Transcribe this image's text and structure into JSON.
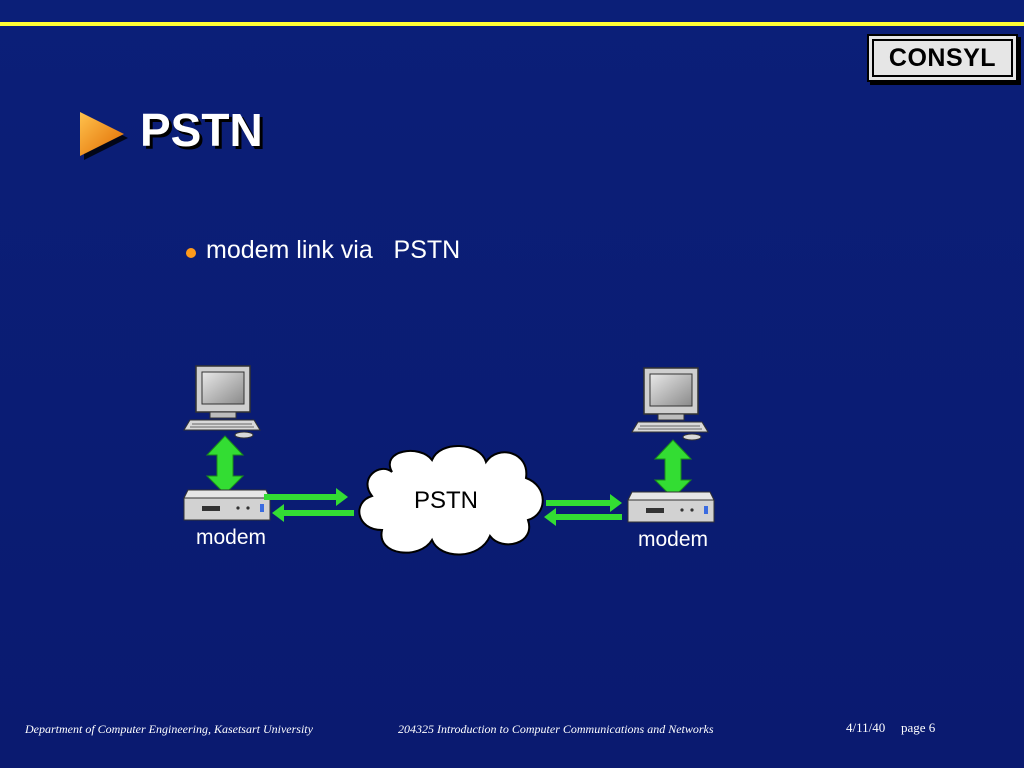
{
  "slide": {
    "title": "PSTN",
    "badge": "CONSYL",
    "bullet": "modem link via   PSTN"
  },
  "diagram": {
    "cloud_label": "PSTN",
    "left_modem_label": "modem",
    "right_modem_label": "modem"
  },
  "footer": {
    "department": "Department of Computer Engineering, Kasetsart University",
    "course": "204325 Introduction to Computer Communications and Networks",
    "date": "4/11/40",
    "page": "page 6"
  },
  "colors": {
    "background": "#0a1a70",
    "accent_line": "#ffff33",
    "arrow_green": "#33dd33",
    "bullet_orange": "#ff9a1a"
  }
}
